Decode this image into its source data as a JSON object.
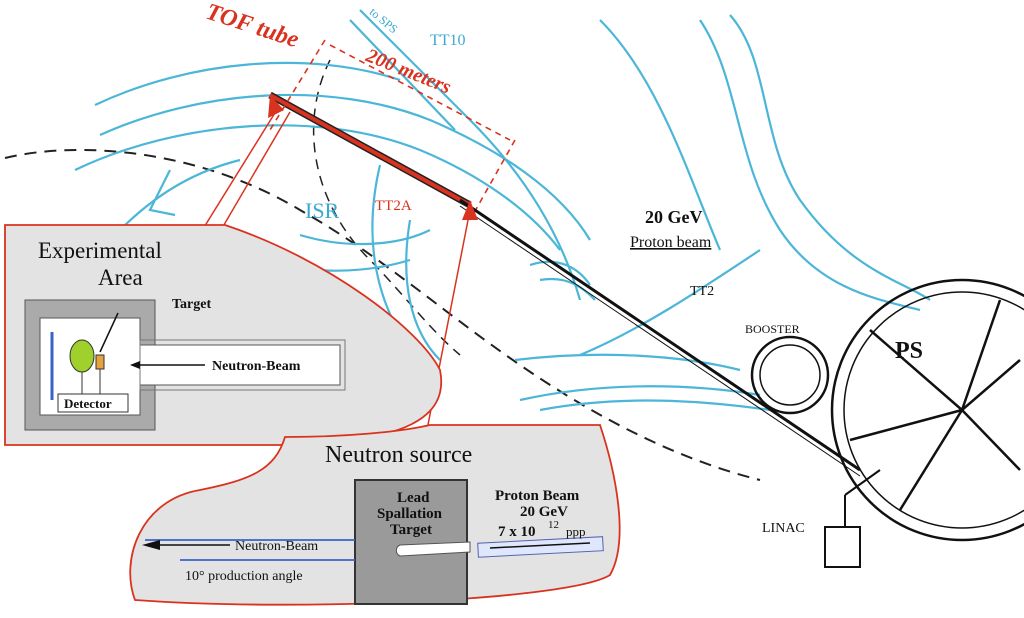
{
  "labels": {
    "tof_tube": "TOF tube",
    "distance": "200 meters",
    "tt10": "TT10",
    "to_sps": "to SPS",
    "isr": "ISR",
    "tt2a": "TT2A",
    "beam_energy": "20 GeV",
    "proton_beam": "Proton beam",
    "tt2": "TT2",
    "booster": "BOOSTER",
    "ps": "PS",
    "linac": "LINAC"
  },
  "experimental_area": {
    "title_line1": "Experimental",
    "title_line2": "Area",
    "target": "Target",
    "neutron_beam": "Neutron-Beam",
    "detector": "Detector"
  },
  "neutron_source": {
    "title": "Neutron source",
    "lead_line1": "Lead",
    "lead_line2": "Spallation",
    "lead_line3": "Target",
    "proton_line1": "Proton Beam",
    "proton_line2": "20 GeV",
    "proton_intensity": "7 x 10",
    "proton_exp": "12",
    "proton_unit": "ppp",
    "neutron_beam": "Neutron-Beam",
    "angle": "10° production angle"
  },
  "colors": {
    "tunnel": "#4bb6d8",
    "accent": "#d9331f",
    "line": "#111111",
    "inset_fill": "#e3e3e3"
  }
}
